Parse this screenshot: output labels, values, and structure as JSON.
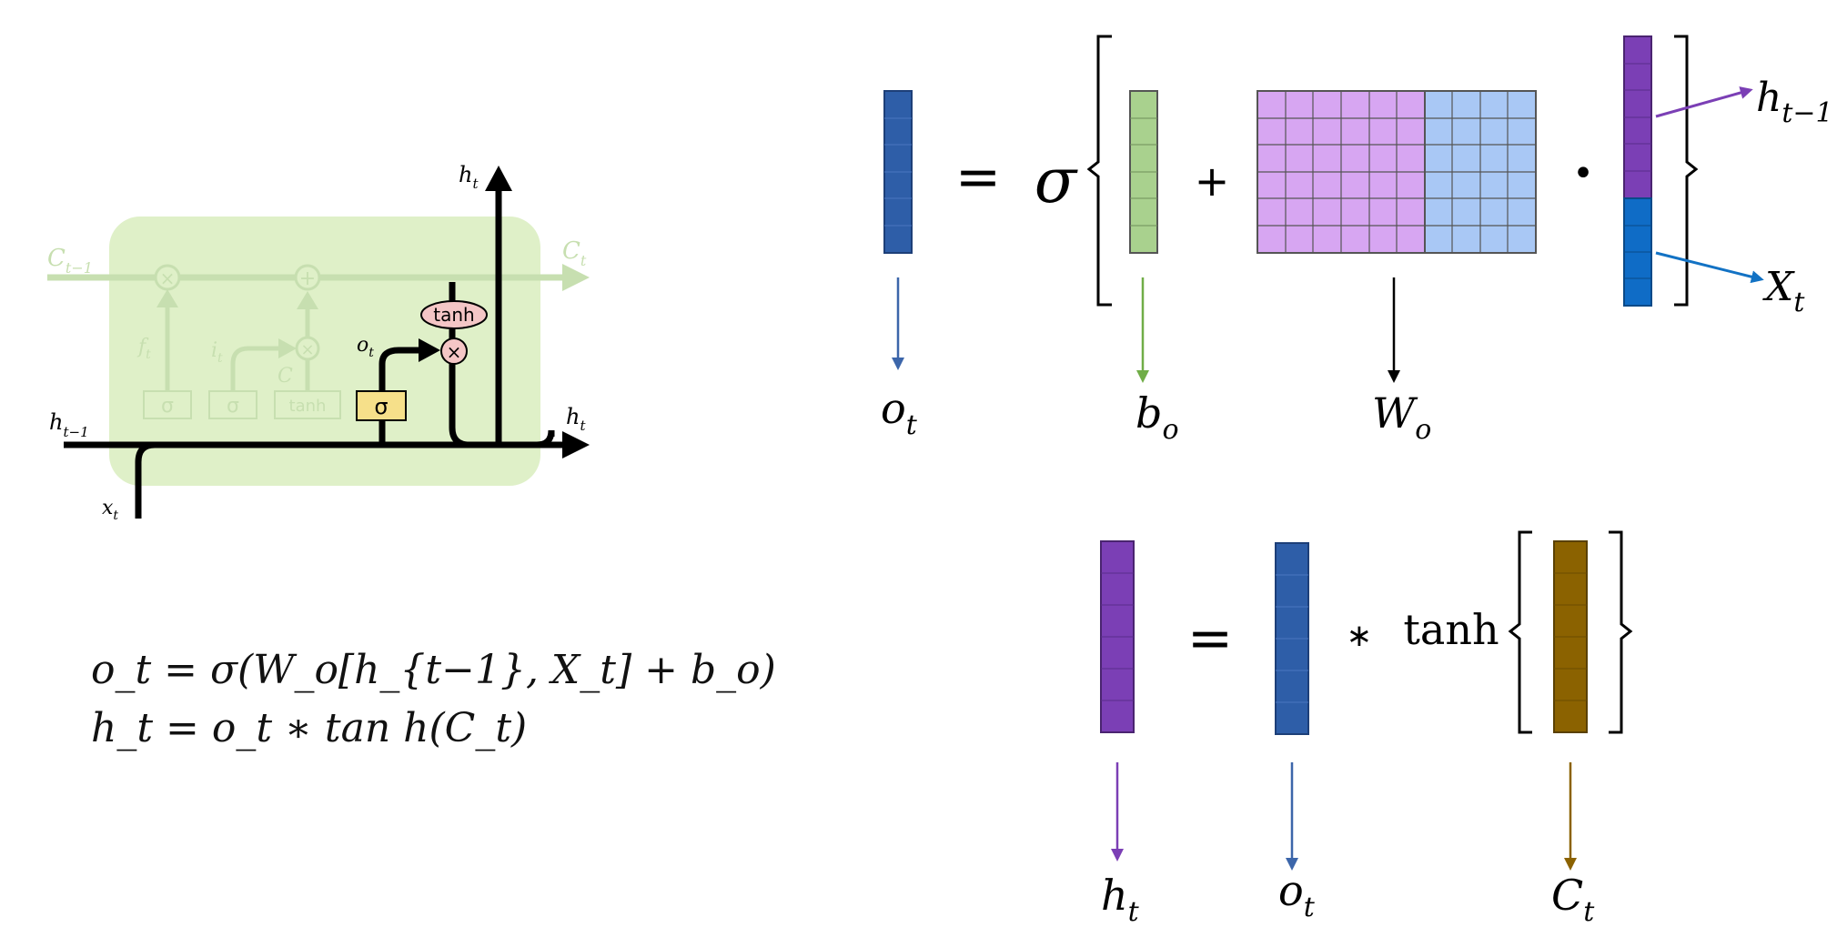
{
  "lstm_cell": {
    "labels": {
      "c_prev": "C",
      "c_prev_sub": "t−1",
      "c_next": "C",
      "c_next_sub": "t",
      "h_prev": "h",
      "h_prev_sub": "t−1",
      "h_out_top": "h",
      "h_out_top_sub": "t",
      "h_out_right": "h",
      "h_out_right_sub": "t",
      "x_in": "x",
      "x_in_sub": "t",
      "f_gate": "f",
      "f_gate_sub": "t",
      "i_gate": "i",
      "i_gate_sub": "t",
      "c_tilde": "C",
      "o_gate": "o",
      "o_gate_sub": "t"
    },
    "gates": [
      "σ",
      "σ",
      "tanh",
      "σ"
    ],
    "ops": {
      "times": "×",
      "plus": "+",
      "tanh": "tanh"
    },
    "colors": {
      "cell_bg": "#dff0c8",
      "faded": "#c7dfb0",
      "sigma_box": "#f6e08a",
      "op_pink": "#f4c6c6"
    }
  },
  "equations": {
    "line1": "o_t = σ(W_o[h_{t−1}, X_t] + b_o)",
    "line2": "h_t = o_t ∗ tan h(C_t)"
  },
  "top_diagram": {
    "equals": "=",
    "sigma": "σ",
    "plus": "+",
    "dot": "•",
    "labels": {
      "o": "o",
      "o_sub": "t",
      "b": "b",
      "b_sub": "o",
      "W": "W",
      "W_sub": "o",
      "h": "h",
      "h_sub": "t−1",
      "X": "X",
      "X_sub": "t"
    },
    "colors": {
      "o_vec": "#2e5ea8",
      "b_vec": "#a9d18e",
      "w_left": "#d7a6f2",
      "w_right": "#a9c8f5",
      "h_part": "#7b3fb5",
      "x_part": "#0f6cc6",
      "arrow_o": "#3c66aa",
      "arrow_b": "#70ad47",
      "arrow_h": "#7b3fb5",
      "arrow_x": "#1272c4"
    }
  },
  "bottom_diagram": {
    "equals": "=",
    "star": "∗",
    "tanh": "tanh",
    "labels": {
      "h": "h",
      "h_sub": "t",
      "o": "o",
      "o_sub": "t",
      "C": "C",
      "C_sub": "t"
    },
    "colors": {
      "h_vec": "#7b3fb5",
      "o_vec": "#2e5ea8",
      "c_vec": "#8b6200",
      "arrow_h": "#7b3fb5",
      "arrow_o": "#3c66aa",
      "arrow_c": "#8b6200"
    }
  }
}
